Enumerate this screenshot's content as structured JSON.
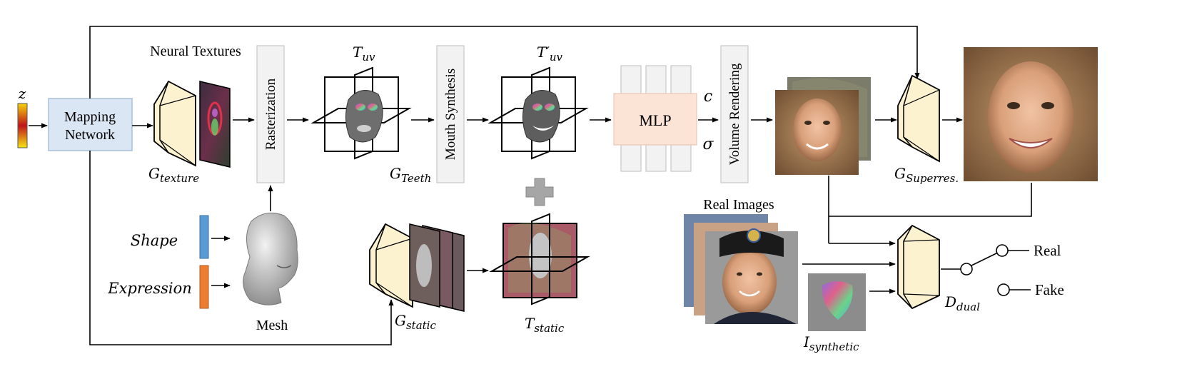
{
  "inputs": {
    "z": "z",
    "shape": "Shape",
    "expression": "Expression"
  },
  "labels": {
    "mapping_network_line1": "Mapping",
    "mapping_network_line2": "Network",
    "neural_textures": "Neural Textures",
    "g_texture_main": "G",
    "g_texture_sub": "texture",
    "rasterization": "Rasterization",
    "t_uv_main": "T",
    "t_uv_sub": "uv",
    "mouth_synthesis": "Mouth Synthesis",
    "g_teeth_main": "G",
    "g_teeth_sub": "Teeth",
    "t_uv_prime_main": "T′",
    "t_uv_prime_sub": "uv",
    "mlp": "MLP",
    "color_c": "c",
    "sigma": "σ",
    "volume_rendering": "Volume Rendering",
    "g_superres_main": "G",
    "g_superres_sub": "Superres.",
    "mesh": "Mesh",
    "g_static_main": "G",
    "g_static_sub": "static",
    "t_static_main": "T",
    "t_static_sub": "static",
    "real_images": "Real Images",
    "i_synthetic_main": "I",
    "i_synthetic_sub": "synthetic",
    "d_dual_main": "D",
    "d_dual_sub": "dual",
    "real": "Real",
    "fake": "Fake"
  },
  "colors": {
    "mapping_fill": "#dae6f3",
    "mapping_stroke": "#a9bfd8",
    "generator_fill": "#fdf2d0",
    "mlp_fill": "#fbe4d6",
    "gray_block_fill": "#f2f2f2",
    "gray_block_stroke": "#c8c8c8",
    "shape_bar": "#5b9bd5",
    "expression_bar": "#ed7d31",
    "plus": "#a6a6a6"
  }
}
